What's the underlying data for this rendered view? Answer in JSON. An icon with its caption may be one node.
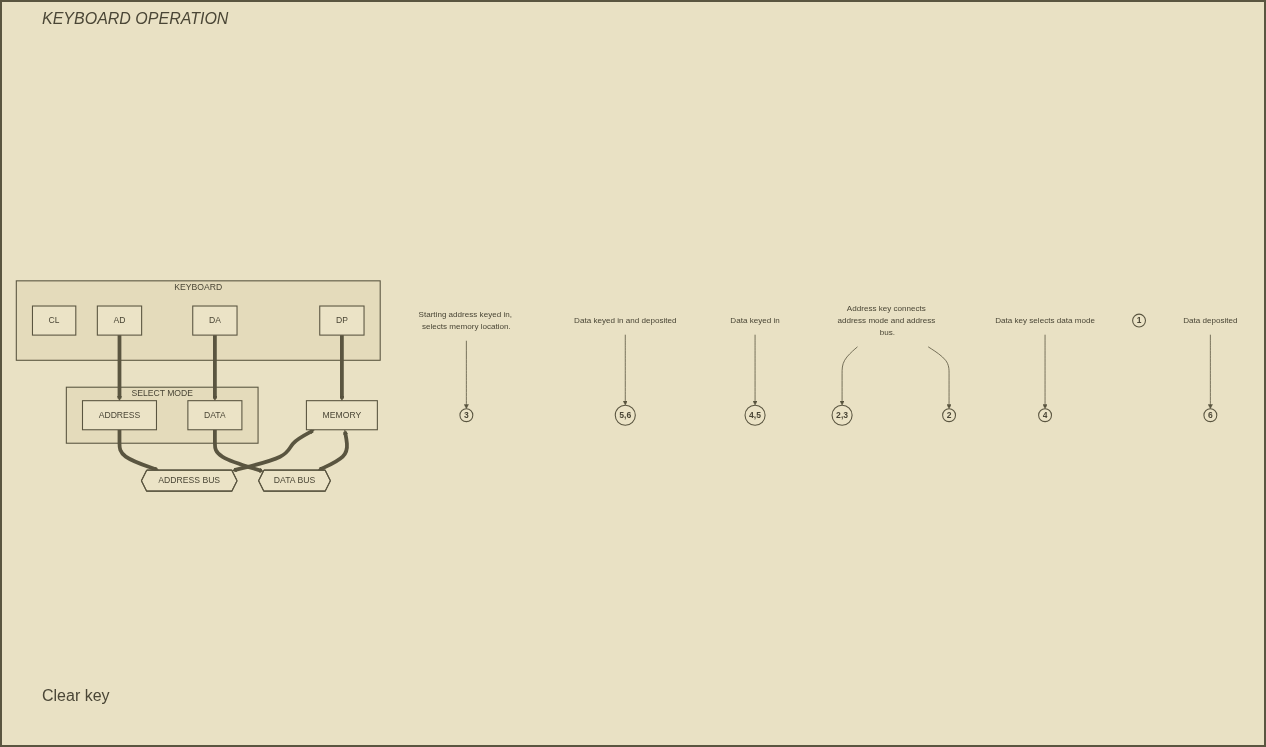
{
  "diagram": {
    "title": "KEYBOARD OPERATION",
    "nodes": [
      {
        "text": [
          "Starting address keyed in, selects memory location."
        ]
      },
      {
        "text": [
          "MEMORY"
        ]
      },
      {
        "text": [
          "Data keyed in and deposited"
        ]
      },
      {
        "text": [
          "3"
        ]
      },
      {
        "text": [
          "5,6"
        ]
      },
      {
        "text": [
          "ADDRESS BUS"
        ]
      },
      {
        "text": [
          "DATA BUS"
        ]
      },
      {
        "text": [
          "2,3"
        ]
      },
      {
        "text": [
          "4,5"
        ]
      },
      {
        "text": [
          "SELECT MODE"
        ]
      },
      {
        "text": [
          "ADDRESS"
        ],
        "in": 9
      },
      {
        "text": [
          "DATA"
        ],
        "in": 9
      },
      {
        "text": [
          "Data keyed in"
        ]
      },
      {
        "text": [
          "Address key connects address mode and address bus."
        ]
      },
      {
        "text": [
          "2"
        ]
      },
      {
        "text": [
          "4"
        ]
      },
      {
        "text": [
          "Data key selects data mode"
        ]
      },
      {
        "text": [
          "1"
        ]
      },
      {
        "text": [
          "Data deposited"
        ]
      },
      {
        "text": [
          "KEYBOARD"
        ]
      },
      {
        "text": [
          "CL"
        ],
        "in": 19
      },
      {
        "text": [
          "AD"
        ],
        "in": 19
      },
      {
        "text": [
          "DA"
        ],
        "in": 19
      },
      {
        "text": [
          "DP"
        ],
        "in": 19
      },
      {
        "text": [
          "6"
        ]
      }
    ],
    "edges": [
      {
        "from": 0,
        "to": 3,
        "arrow": "to"
      },
      {
        "from": 2,
        "to": 4,
        "arrow": "to"
      },
      {
        "from": 1,
        "to": 5,
        "arrow": "both",
        "style": "thick"
      },
      {
        "from": 1,
        "to": 6,
        "arrow": "both",
        "style": "thick"
      },
      {
        "from": 10,
        "to": 5,
        "arrow": "to",
        "style": "thick"
      },
      {
        "from": 11,
        "to": 6,
        "arrow": "to",
        "style": "thick"
      },
      {
        "from": 12,
        "to": 8,
        "arrow": "to"
      },
      {
        "from": 13,
        "to": 7,
        "arrow": "to"
      },
      {
        "from": 13,
        "to": 14,
        "arrow": "to"
      },
      {
        "from": 16,
        "to": 15,
        "arrow": "to"
      },
      {
        "from": 18,
        "to": 24,
        "arrow": "to"
      },
      {
        "from": 21,
        "to": 10,
        "arrow": "to",
        "style": "thick"
      },
      {
        "from": 22,
        "to": 11,
        "arrow": "to",
        "style": "thick"
      },
      {
        "from": 23,
        "to": 1,
        "arrow": "to",
        "style": "thick"
      }
    ],
    "labels": [
      "Clear key"
    ]
  }
}
